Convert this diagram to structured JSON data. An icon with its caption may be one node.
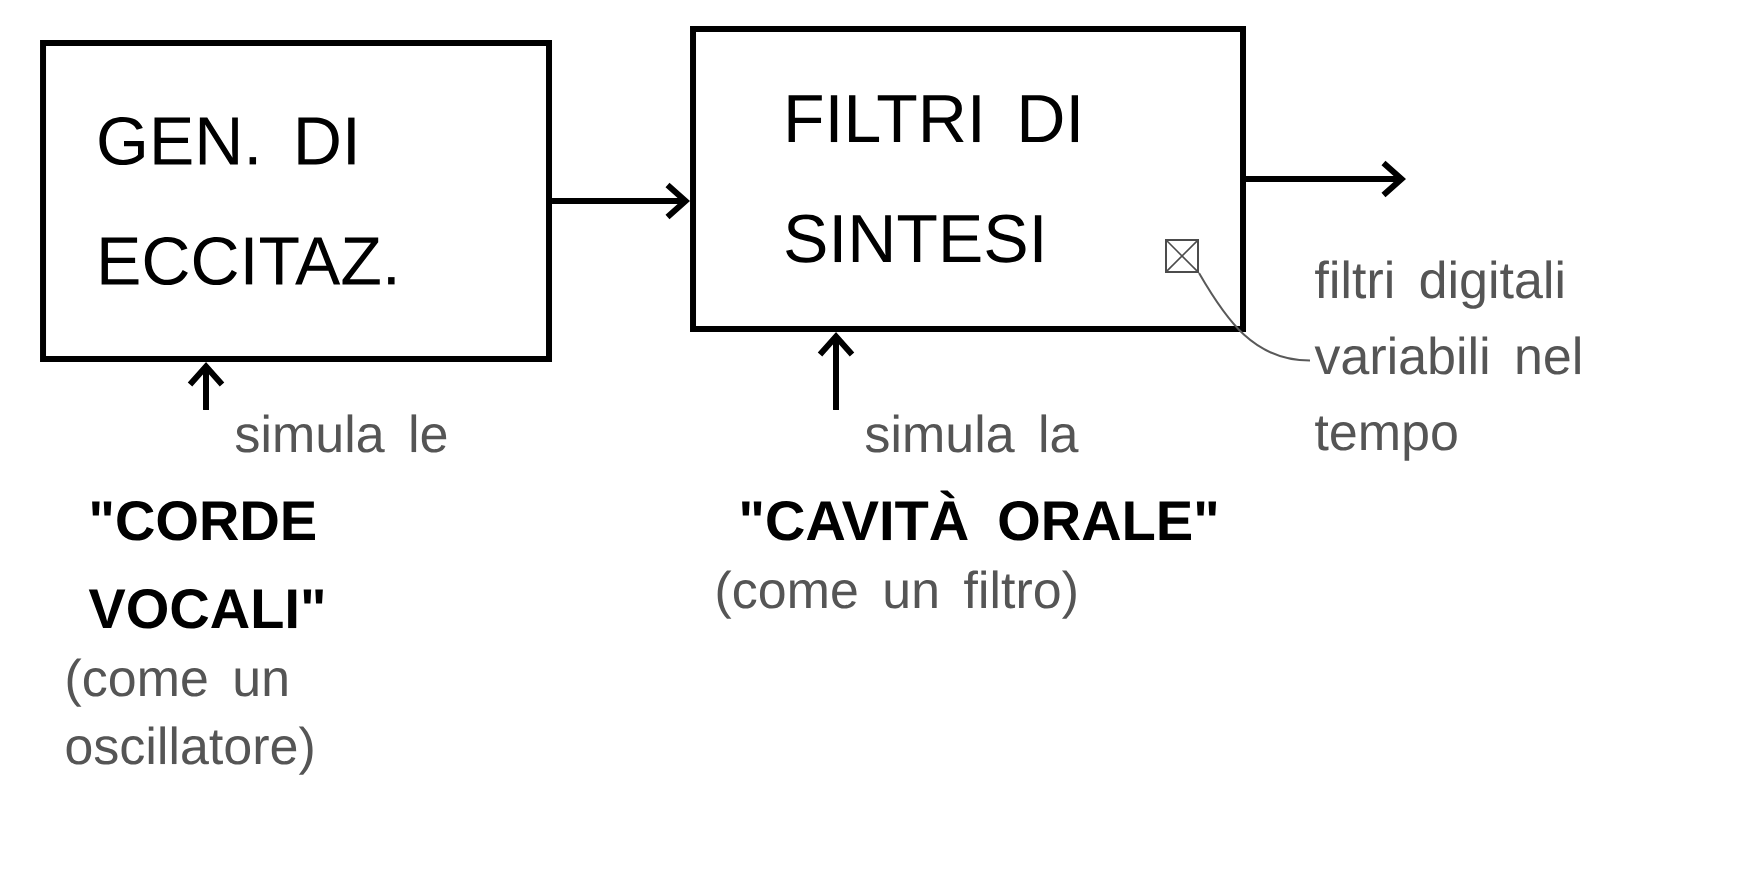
{
  "diagram": {
    "nodes": [
      {
        "text": [
          "GEN. DI ECCITAZ."
        ]
      },
      {
        "text": [
          "FILTRI DI SINTESI"
        ]
      },
      {
        "text": [],
        "shape": "box",
        "in": 1
      },
      {
        "text": [
          "filtri digitali variabili nel tempo"
        ]
      },
      {
        "text": [
          "simula le",
          "\"CORDE VOCALI\"",
          "(come un oscillatore)"
        ]
      },
      {
        "text": [
          "simula la",
          "\"CAVITÀ ORALE\"",
          "(come un filtro)"
        ]
      }
    ],
    "edges": [
      {
        "from": 0,
        "to": 1,
        "arrow": "to"
      },
      {
        "from": 1,
        "to": null,
        "arrow": "to"
      },
      {
        "from": 3,
        "to": 2,
        "arrow": "none"
      },
      {
        "from": 4,
        "to": 0,
        "arrow": "to"
      },
      {
        "from": 5,
        "to": 1,
        "arrow": "to"
      }
    ]
  }
}
